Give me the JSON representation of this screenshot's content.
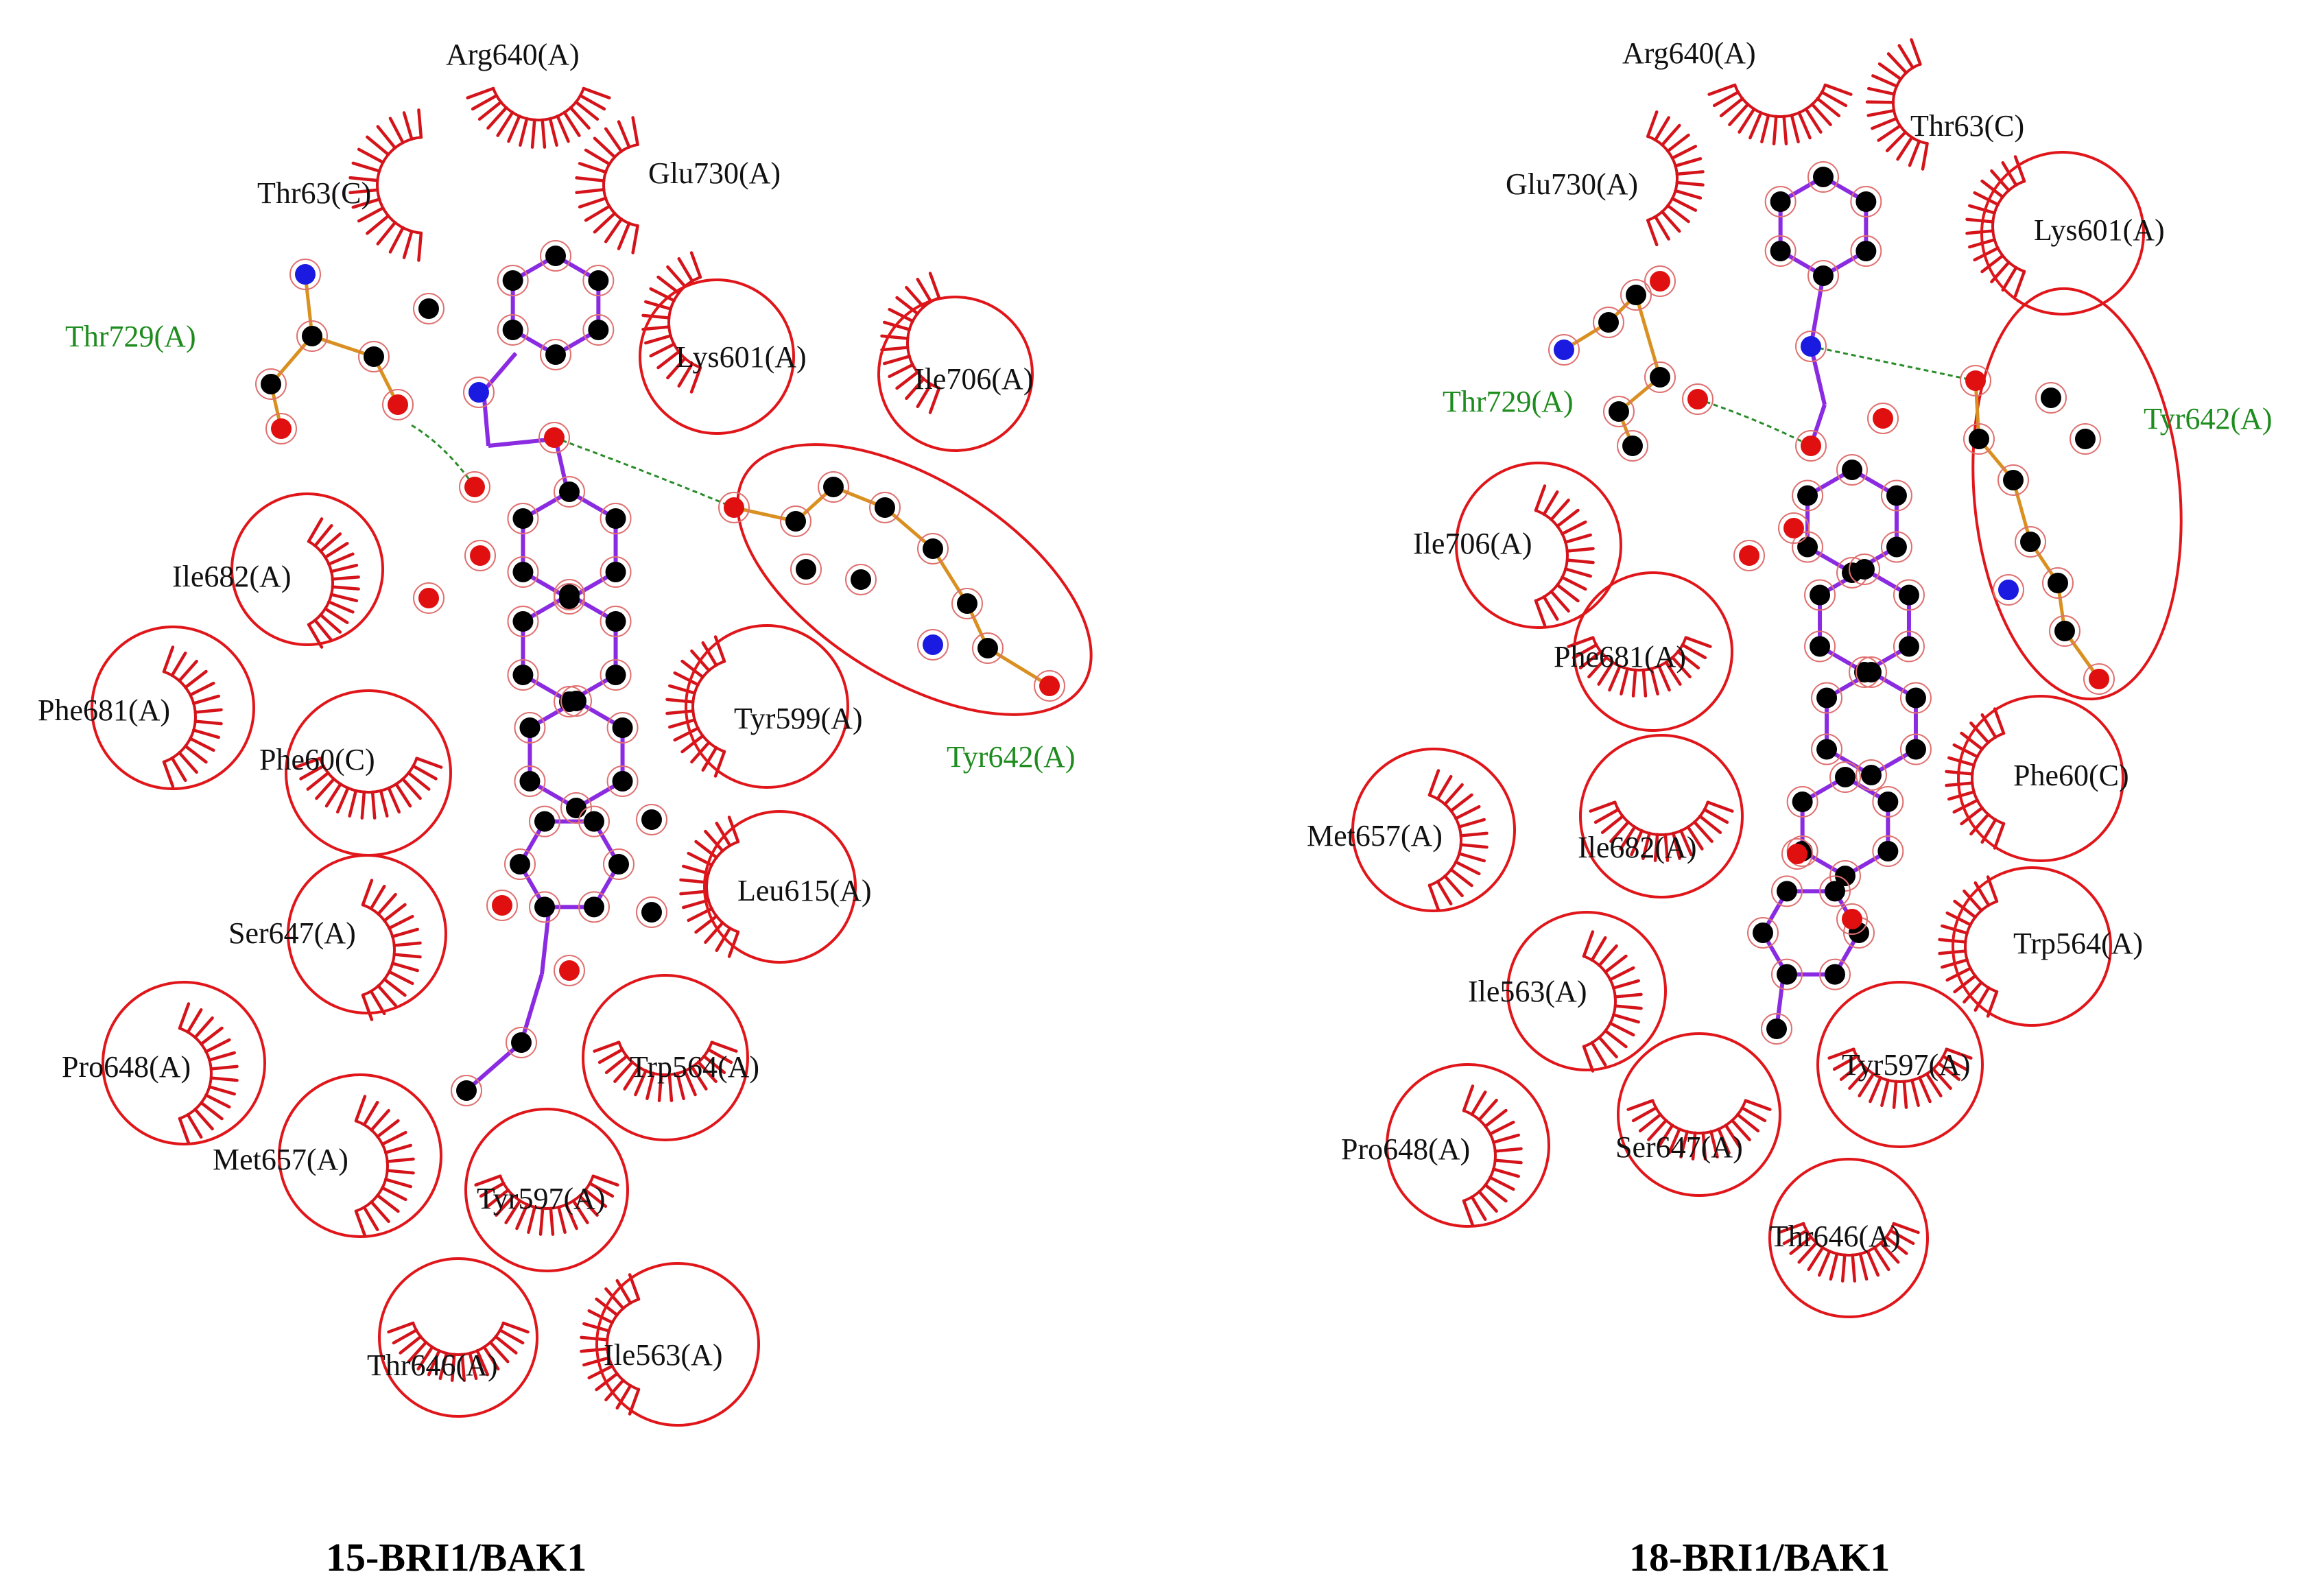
{
  "panels": [
    {
      "caption": "15-BRI1/BAK1",
      "hbond_residues": [
        "Thr729(A)",
        "Tyr642(A)"
      ],
      "hydrophobic_residues": [
        "Arg640(A)",
        "Thr63(C)",
        "Glu730(A)",
        "Lys601(A)",
        "Ile706(A)",
        "Ile682(A)",
        "Phe681(A)",
        "Phe60(C)",
        "Tyr599(A)",
        "Leu615(A)",
        "Ser647(A)",
        "Pro648(A)",
        "Met657(A)",
        "Trp564(A)",
        "Tyr597(A)",
        "Thr646(A)",
        "Ile563(A)"
      ]
    },
    {
      "caption": "18-BRI1/BAK1",
      "hbond_residues": [
        "Thr729(A)",
        "Tyr642(A)"
      ],
      "hydrophobic_residues": [
        "Arg640(A)",
        "Thr63(C)",
        "Glu730(A)",
        "Lys601(A)",
        "Ile706(A)",
        "Phe681(A)",
        "Phe60(C)",
        "Met657(A)",
        "Ile682(A)",
        "Trp564(A)",
        "Ile563(A)",
        "Tyr597(A)",
        "Pro648(A)",
        "Ser647(A)",
        "Thr646(A)"
      ]
    }
  ],
  "colors": {
    "hydrophobic_contact": "#e0161a",
    "hbond_label": "#1e8c1e",
    "ligand_bond": "#8a2be2",
    "residue_bond": "#d99020",
    "carbon": "#000000",
    "oxygen": "#e01010",
    "nitrogen": "#1a1ae0"
  }
}
